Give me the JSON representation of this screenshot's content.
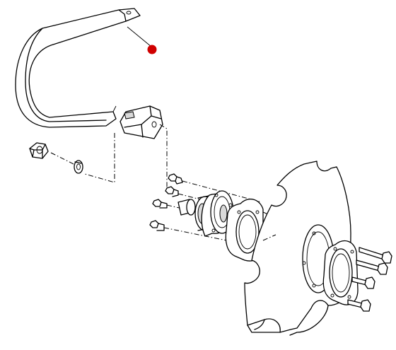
{
  "diagram": {
    "parts": [
      "spring-tine-arm",
      "clamp-bracket",
      "hex-nut",
      "lock-washer",
      "bolts",
      "hub-bearing",
      "hub-flange",
      "notched-disc",
      "outer-flange"
    ],
    "colors": {
      "line": "#000000",
      "background": "#ffffff",
      "marker": "#d00000"
    },
    "highlight_marker": {
      "part": "spring-tine-arm",
      "icon": "red-dot-marker"
    }
  }
}
